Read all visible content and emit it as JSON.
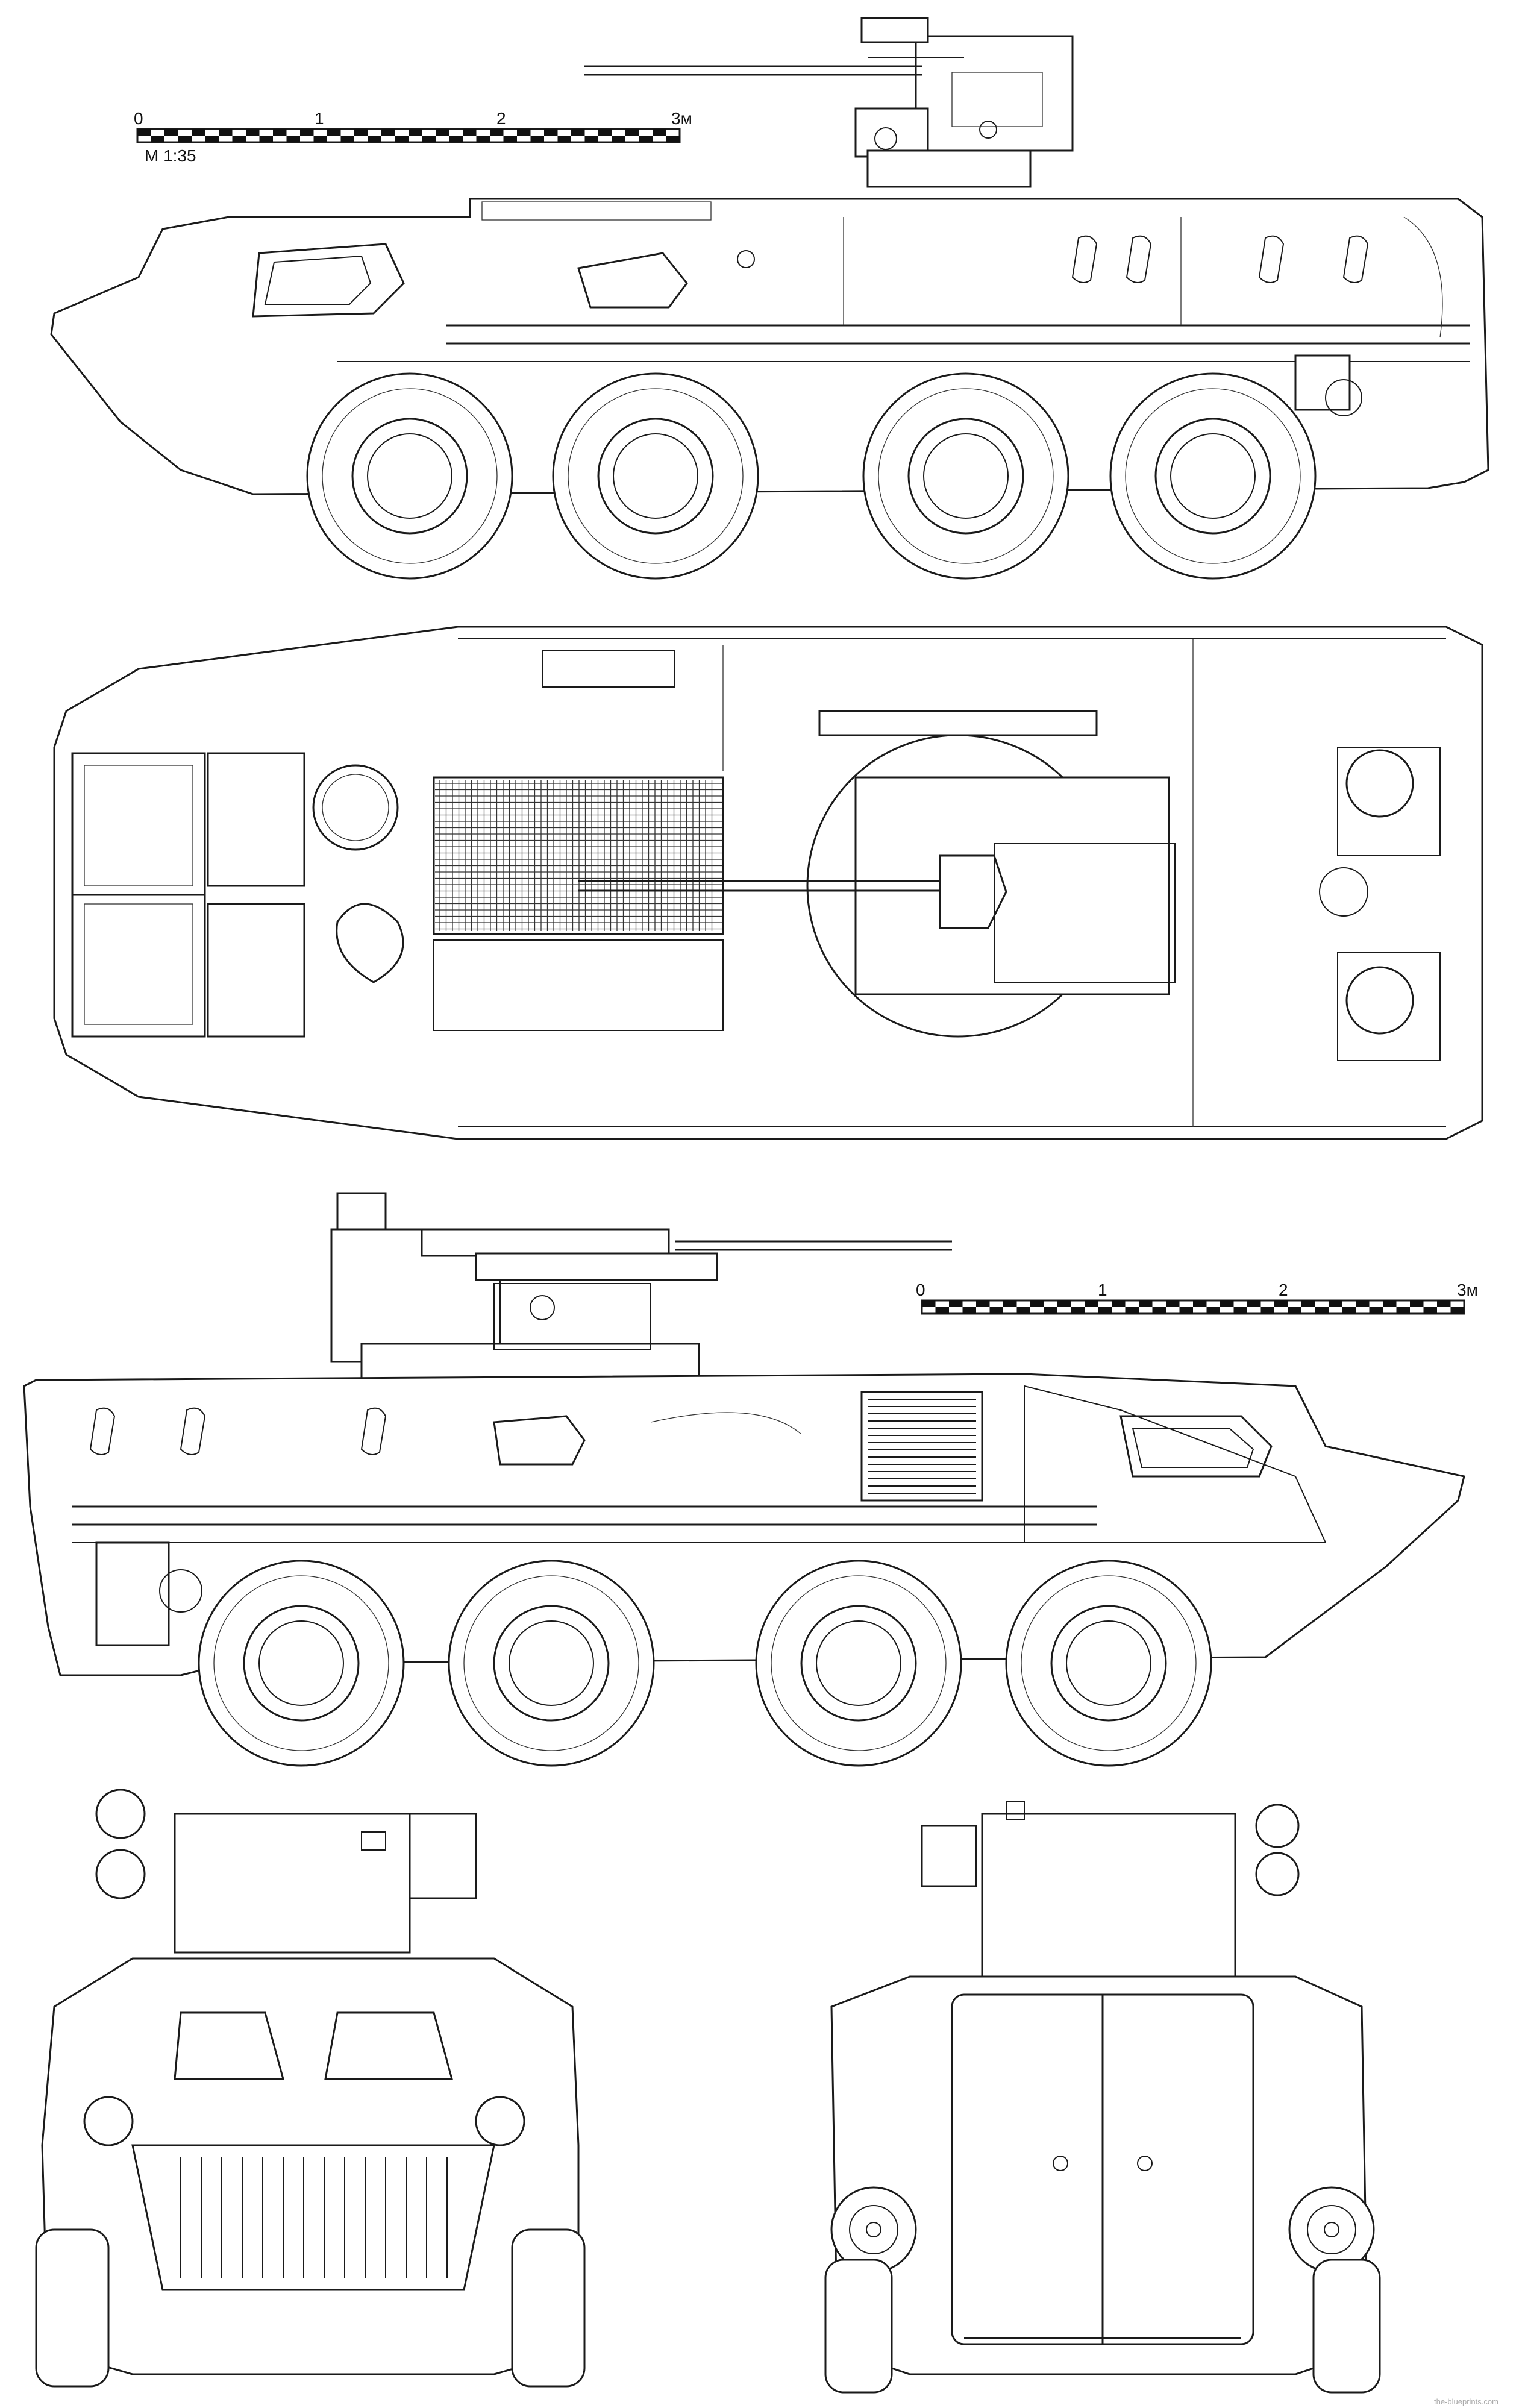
{
  "scale_top": {
    "ticks": [
      "0",
      "1",
      "2",
      "3м"
    ],
    "caption": "M 1:35"
  },
  "scale_mid": {
    "ticks": [
      "0",
      "1",
      "2",
      "3м"
    ]
  },
  "views": [
    "left-side",
    "top",
    "right-side",
    "front",
    "rear"
  ],
  "watermark": "the-blueprints.com"
}
